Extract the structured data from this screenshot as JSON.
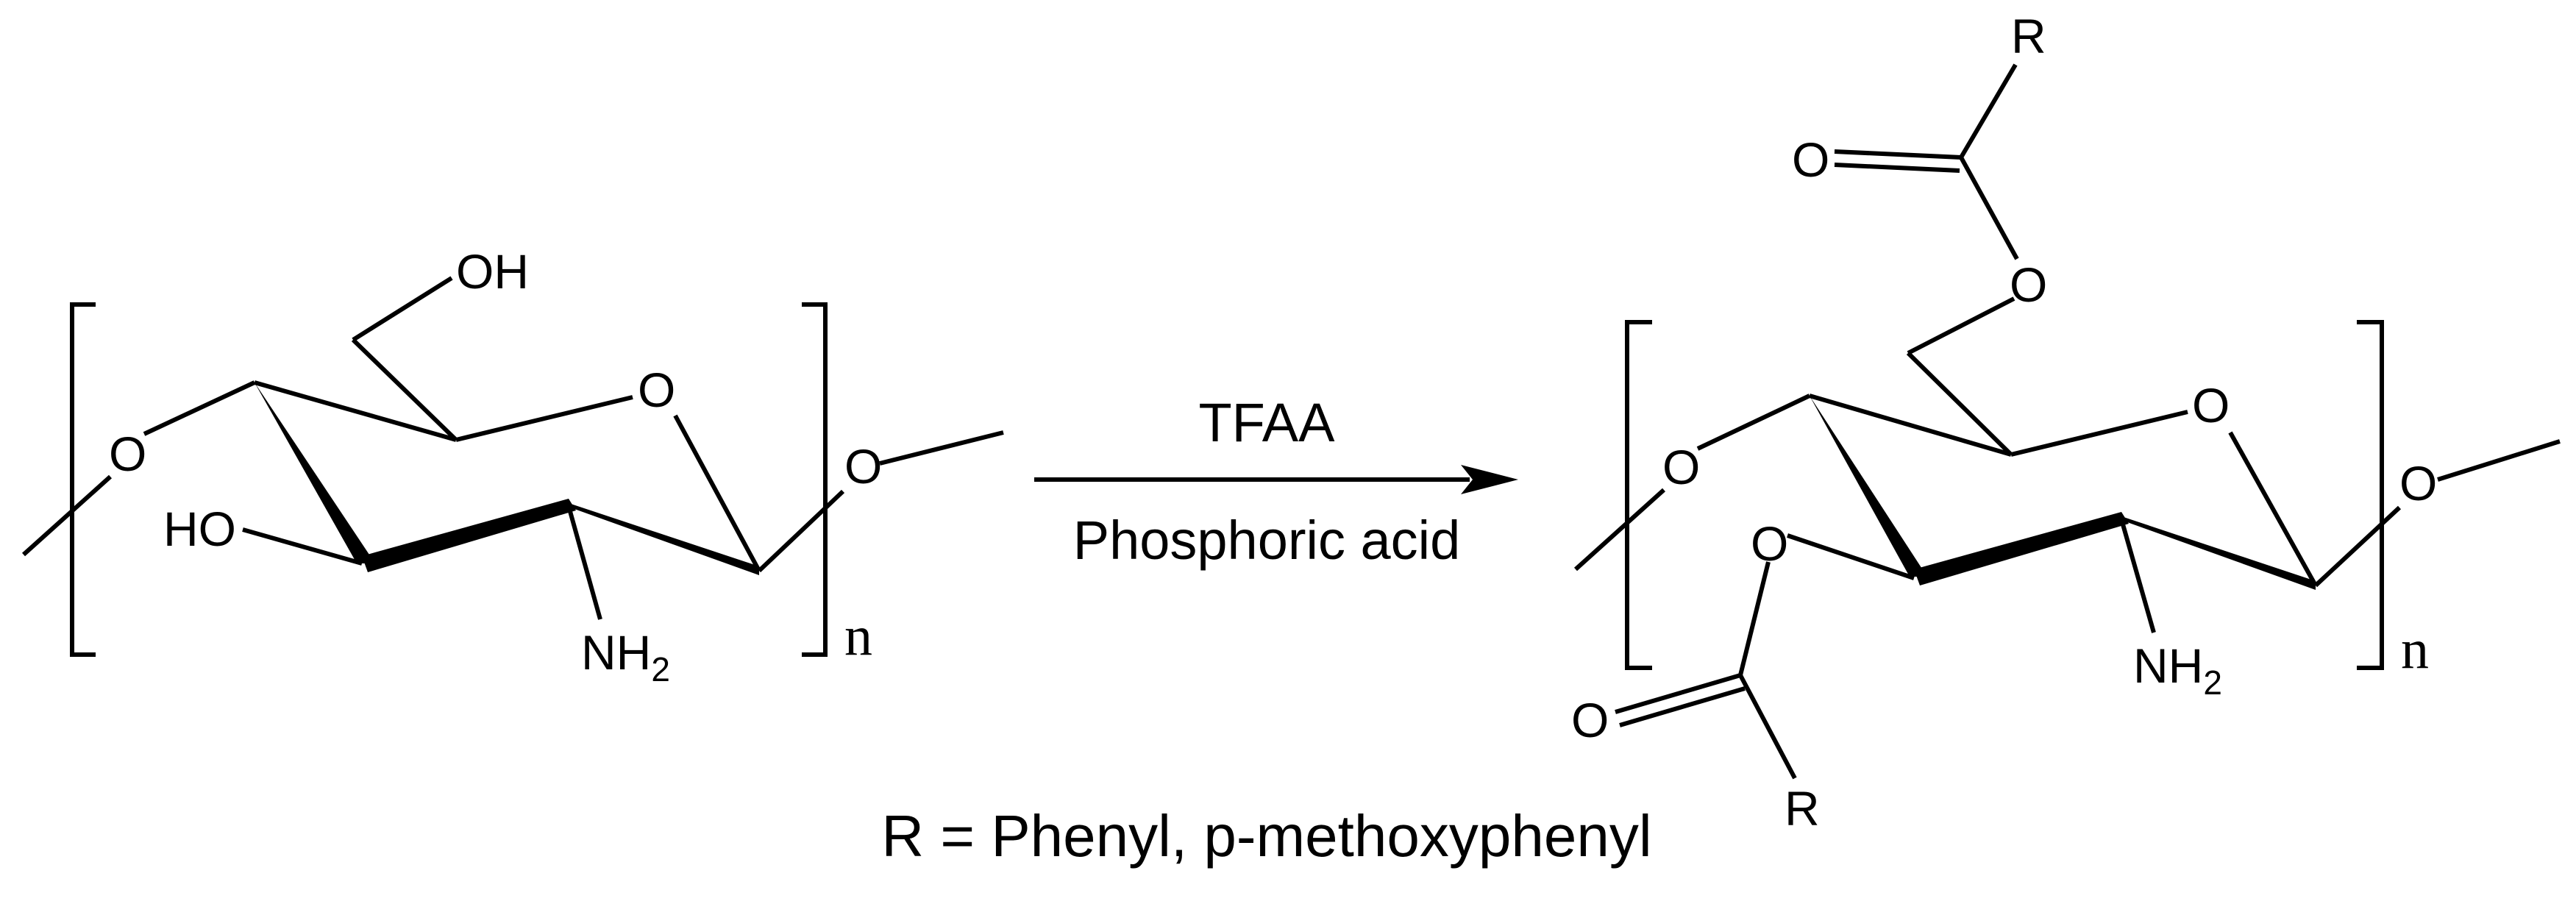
{
  "reactant": {
    "atoms": {
      "oh": "OH",
      "ring_o": "O",
      "link_left": "O",
      "link_right": "O",
      "ho": "HO",
      "nh": "NH",
      "nh_sub": "2"
    },
    "repeat": "n"
  },
  "arrow": {
    "reagent_top": "TFAA",
    "reagent_bottom": "Phosphoric acid"
  },
  "product": {
    "atoms": {
      "r_top": "R",
      "carbonyl_o_top": "O",
      "ester_o_top": "O",
      "ring_o": "O",
      "link_left": "O",
      "link_right": "O",
      "ester_o_c3": "O",
      "carbonyl_o_bottom": "O",
      "r_bottom": "R",
      "nh": "NH",
      "nh_sub": "2"
    },
    "repeat": "n"
  },
  "footnote": "R = Phenyl, p-methoxyphenyl"
}
